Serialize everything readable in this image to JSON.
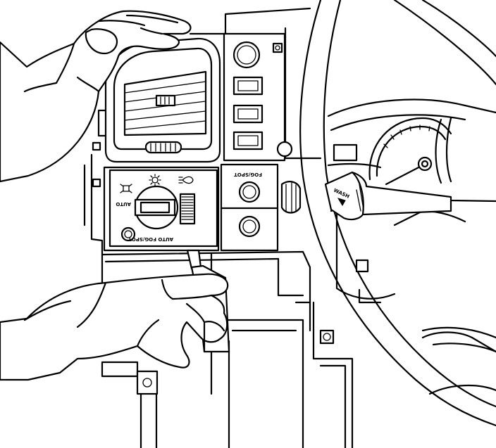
{
  "headlamp_switch": {
    "dial_label_left": "AUTO",
    "dial_label_bottom": "AUTO  FOG/SPOT",
    "icons": [
      "parking-lamp-icon",
      "sun-icon",
      "headlamp-icon"
    ]
  },
  "aux_switch_panel": {
    "top_label": "FOG/SPOT"
  },
  "wiper_stalk_label": "WASH",
  "colors": {
    "line": "#000000",
    "background": "#ffffff"
  }
}
